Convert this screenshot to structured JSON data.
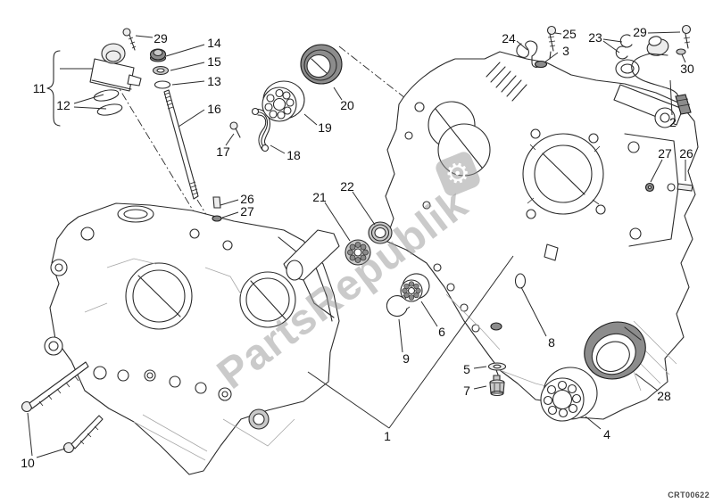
{
  "page": {
    "background": "#ffffff",
    "line_color": "#2b2b2b",
    "diagram_code": "CRT00622",
    "code_color": "#4a4a4a"
  },
  "watermark": {
    "text": "PartsRepublik",
    "gear_glyph": "⚙",
    "color": "#969696"
  },
  "callouts": {
    "c29_left": "29",
    "c14": "14",
    "c15": "15",
    "c13": "13",
    "c11": "11",
    "c12": "12",
    "c16": "16",
    "c17": "17",
    "c18": "18",
    "c19": "19",
    "c20": "20",
    "c22": "22",
    "c21": "21",
    "c26_left": "26",
    "c27_left": "27",
    "c24": "24",
    "c25": "25",
    "c3": "3",
    "c23": "23",
    "c29_right": "29",
    "c30": "30",
    "c2": "2",
    "c27_right": "27",
    "c26_right": "26",
    "c10": "10",
    "c9": "9",
    "c6": "6",
    "c5": "5",
    "c7": "7",
    "c8": "8",
    "c1": "1",
    "c4": "4",
    "c28": "28"
  }
}
